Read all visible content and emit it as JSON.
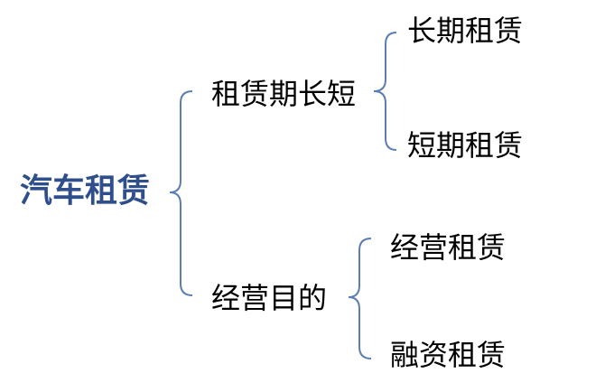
{
  "colors": {
    "root_text": "#2f4e8c",
    "node_text": "#000000",
    "bracket": "#5b7db3"
  },
  "tree": {
    "root": "汽车租赁",
    "branches": [
      {
        "label": "租赁期长短",
        "children": [
          "长期租赁",
          "短期租赁"
        ]
      },
      {
        "label": "经营目的",
        "children": [
          "经营租赁",
          "融资租赁"
        ]
      }
    ]
  }
}
